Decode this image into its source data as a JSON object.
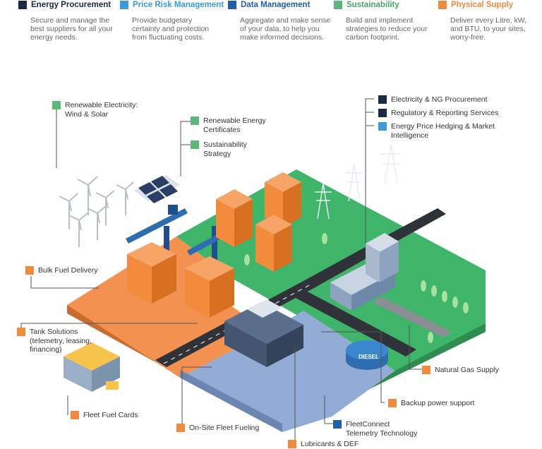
{
  "colors": {
    "navy": "#1b2a44",
    "light_blue": "#3b9ad9",
    "blue": "#1f5fa8",
    "green": "#5cb87a",
    "orange": "#f08a3c",
    "ground_green": "#3fb56a",
    "ground_orange": "#f29150",
    "ground_blue": "#93acd6",
    "road": "#2f3339",
    "building_orange": "#f28b3b"
  },
  "categories": [
    {
      "title": "Energy Procurement",
      "description": "Secure and manage the\nbest suppliers for all your\nenergy needs.",
      "color": "#1b2a44",
      "title_color": "#1b2a44"
    },
    {
      "title": "Price Risk Management",
      "description": "Provide budgetary\ncertainty and protection\nfrom fluctuating costs.",
      "color": "#3b9ad9",
      "title_color": "#3b9ad9"
    },
    {
      "title": "Data Management",
      "description": "Aggregate and make sense\nof your data, to help you\nmake informed decisions.",
      "color": "#1f5fa8",
      "title_color": "#1f5fa8"
    },
    {
      "title": "Sustainability",
      "description": "Build and implement\nstrategies to reduce your\ncarbon footprint.",
      "color": "#5cb87a",
      "title_color": "#4aa668"
    },
    {
      "title": "Physical Supply",
      "description": "Deliver every Litre, kW,\nand BTU, to your sites,\nworry-free.",
      "color": "#f08a3c",
      "title_color": "#f08a3c"
    }
  ],
  "labels": {
    "renewable_electricity": {
      "text": "Renewable Electricity:\nWind & Solar",
      "color": "#5cb87a"
    },
    "renewable_certificates": {
      "text": "Renewable Energy\nCertificates",
      "color": "#5cb87a"
    },
    "sustainability_strategy": {
      "text": "Sustainability\nStrategy",
      "color": "#5cb87a"
    },
    "electricity_ng": {
      "text": "Electricity & NG Procurement",
      "color": "#1b2a44"
    },
    "regulatory": {
      "text": "Regulatory & Reporting Services",
      "color": "#1b2a44"
    },
    "hedging": {
      "text": "Energy Price Hedging & Market\nIntelligence",
      "color": "#3b9ad9"
    },
    "bulk_fuel": {
      "text": "Bulk Fuel Delivery",
      "color": "#f08a3c"
    },
    "tank_solutions": {
      "text": "Tank Solutions\n(telemetry, leasing,\nfinancing)",
      "color": "#f08a3c"
    },
    "fleet_fuel_cards": {
      "text": "Fleet Fuel Cards",
      "color": "#f08a3c"
    },
    "onsite_fleet": {
      "text": "On-Site Fleet Fueling",
      "color": "#f08a3c"
    },
    "lubricants": {
      "text": "Lubricants & DEF",
      "color": "#f08a3c"
    },
    "fleetconnect": {
      "text": "FleetConnect\nTelemetry Technology",
      "color": "#1f5fa8"
    },
    "backup_power": {
      "text": "Backup power support",
      "color": "#f08a3c"
    },
    "natural_gas": {
      "text": "Natural Gas Supply",
      "color": "#f08a3c"
    }
  },
  "scene": {
    "tank_text": "DIESEL"
  }
}
